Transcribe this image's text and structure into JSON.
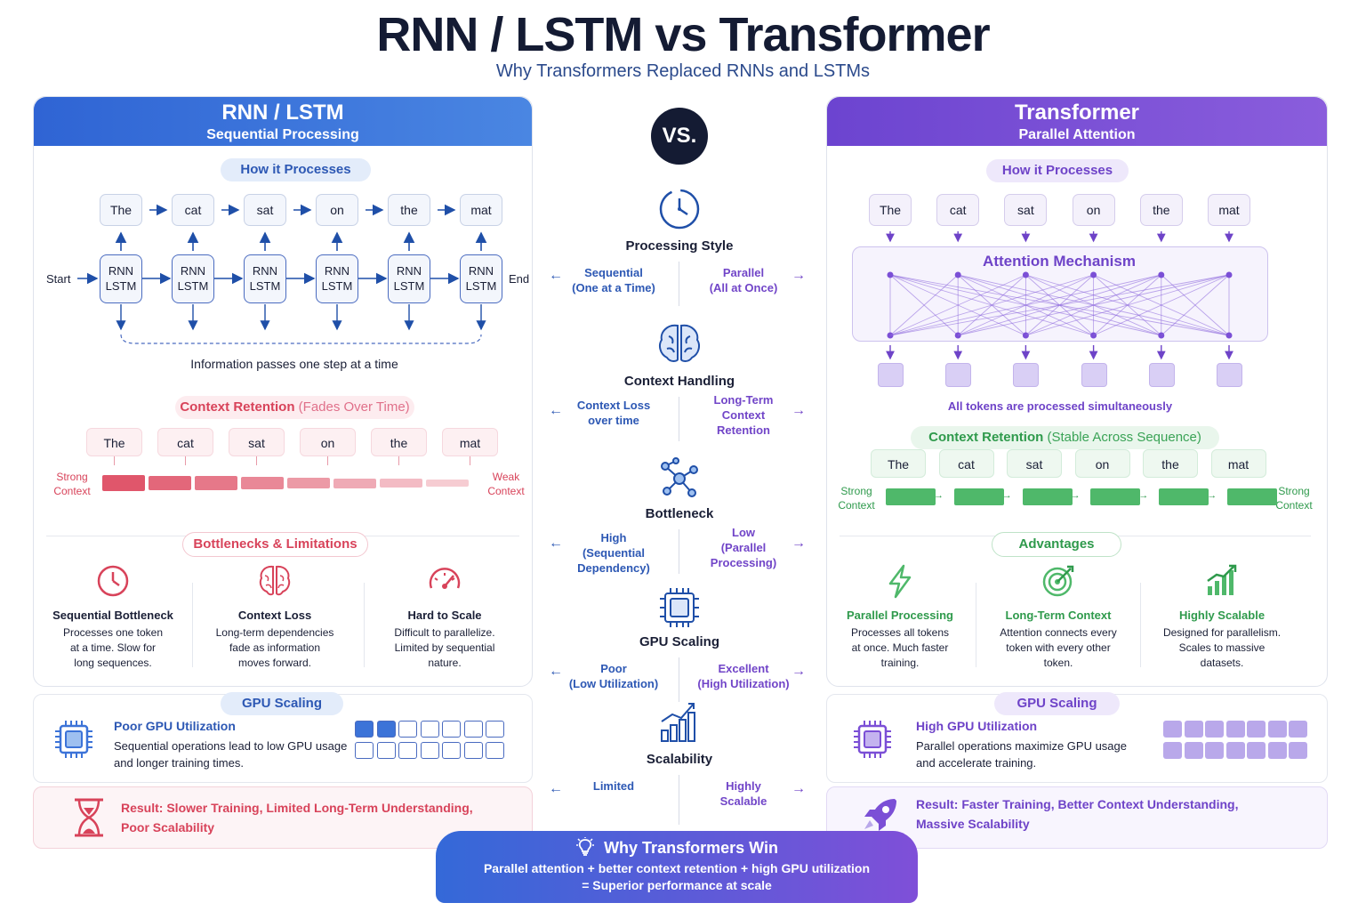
{
  "title": "RNN / LSTM vs Transformer",
  "subtitle": "Why Transformers Replaced RNNs and LSTMs",
  "vs": "VS.",
  "colors": {
    "rnn_blue": "#3c73d8",
    "transformer_purple": "#7b4fd6",
    "retention_red": "#e0566b",
    "retention_green": "#4fb86a",
    "dark": "#141b33"
  },
  "tokens": [
    "The",
    "cat",
    "sat",
    "on",
    "the",
    "mat"
  ],
  "rnn": {
    "title": "RNN / LSTM",
    "subtitle": "Sequential Processing",
    "how_label": "How it Processes",
    "cell_label_1": "RNN",
    "cell_label_2": "LSTM",
    "start": "Start",
    "end": "End",
    "flow_caption": "Information passes one step at a time",
    "context_title": "Context Retention",
    "context_note": "(Fades Over Time)",
    "strong": "Strong",
    "weak": "Weak",
    "context_word": "Context",
    "bottlenecks_title": "Bottlenecks & Limitations",
    "limits": [
      {
        "icon": "clock-icon",
        "title": "Sequential Bottleneck",
        "lines": [
          "Processes one token",
          "at a time. Slow for",
          "long sequences."
        ]
      },
      {
        "icon": "brain-icon",
        "title": "Context Loss",
        "lines": [
          "Long-term dependencies",
          "fade as information",
          "moves forward."
        ]
      },
      {
        "icon": "speedometer-icon",
        "title": "Hard to Scale",
        "lines": [
          "Difficult to parallelize.",
          "Limited by sequential",
          "nature."
        ]
      }
    ],
    "gpu_title": "GPU Scaling",
    "gpu_heading": "Poor GPU Utilization",
    "gpu_lines": [
      "Sequential operations lead to low GPU usage",
      "and longer training times."
    ],
    "gpu_filled_cells": 2,
    "gpu_total_cells": 14,
    "result_lines": [
      "Result: Slower Training, Limited Long-Term Understanding,",
      "Poor Scalability"
    ]
  },
  "transformer": {
    "title": "Transformer",
    "subtitle": "Parallel Attention",
    "how_label": "How it Processes",
    "attention_label": "Attention Mechanism",
    "simultaneous": "All tokens are processed simultaneously",
    "context_title": "Context Retention",
    "context_note": "(Stable Across Sequence)",
    "strong": "Strong",
    "context_word": "Context",
    "advantages_title": "Advantages",
    "advantages": [
      {
        "icon": "lightning-icon",
        "title": "Parallel Processing",
        "lines": [
          "Processes all tokens",
          "at once. Much faster",
          "training."
        ]
      },
      {
        "icon": "target-icon",
        "title": "Long-Term Context",
        "lines": [
          "Attention connects every",
          "token with every other",
          "token."
        ]
      },
      {
        "icon": "growth-chart-icon",
        "title": "Highly Scalable",
        "lines": [
          "Designed for parallelism.",
          "Scales to massive",
          "datasets."
        ]
      }
    ],
    "gpu_title": "GPU Scaling",
    "gpu_heading": "High GPU Utilization",
    "gpu_lines": [
      "Parallel operations maximize GPU usage",
      "and accelerate training."
    ],
    "gpu_filled_cells": 14,
    "gpu_total_cells": 14,
    "result_lines": [
      "Result: Faster Training, Better Context Understanding,",
      "Massive Scalability"
    ]
  },
  "comparison": [
    {
      "icon": "clock-icon",
      "label": "Processing Style",
      "left": [
        "Sequential",
        "(One at a Time)"
      ],
      "right": [
        "Parallel",
        "(All at Once)"
      ]
    },
    {
      "icon": "brain-icon",
      "label": "Context Handling",
      "left": [
        "Context Loss",
        "over time"
      ],
      "right": [
        "Long-Term",
        "Context",
        "Retention"
      ]
    },
    {
      "icon": "network-icon",
      "label": "Bottleneck",
      "left": [
        "High",
        "(Sequential",
        "Dependency)"
      ],
      "right": [
        "Low",
        "(Parallel",
        "Processing)"
      ]
    },
    {
      "icon": "chip-icon",
      "label": "GPU Scaling",
      "left": [
        "Poor",
        "(Low Utilization)"
      ],
      "right": [
        "Excellent",
        "(High Utilization)"
      ]
    },
    {
      "icon": "bar-chart-icon",
      "label": "Scalability",
      "left": [
        "Limited"
      ],
      "right": [
        "Highly",
        "Scalable"
      ]
    }
  ],
  "banner": {
    "title": "Why Transformers Win",
    "line1": "Parallel attention + better context retention + high GPU utilization",
    "line2": "= Superior performance at scale"
  }
}
